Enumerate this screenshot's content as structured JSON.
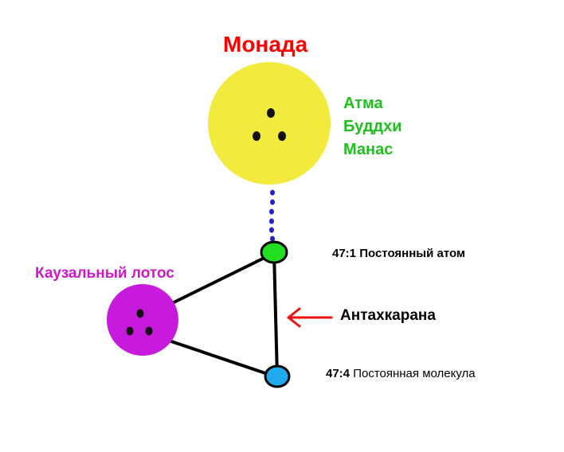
{
  "title": "Монада",
  "monad_aspects": [
    "Атма",
    "Буддхи",
    "Манас"
  ],
  "causal_body_label": "Каузальный лотос",
  "permanent_atom": {
    "code": "47:1",
    "label": "Постоянный атом"
  },
  "antahkarana_label": "Антахкарана",
  "permanent_molecule": {
    "code": "47:4",
    "label": "Постоянная молекула"
  },
  "colors": {
    "title": "#ff0000",
    "aspects": "#1fbf1f",
    "monad_fill": "#f2ea3c",
    "causal_fill": "#c81adc",
    "causal_label": "#cc19cc",
    "atom_fill": "#22dd22",
    "molecule_fill": "#22aaee",
    "dotted_link": "#2222cc",
    "arrow": "#ee1111",
    "lines": "#000000"
  }
}
